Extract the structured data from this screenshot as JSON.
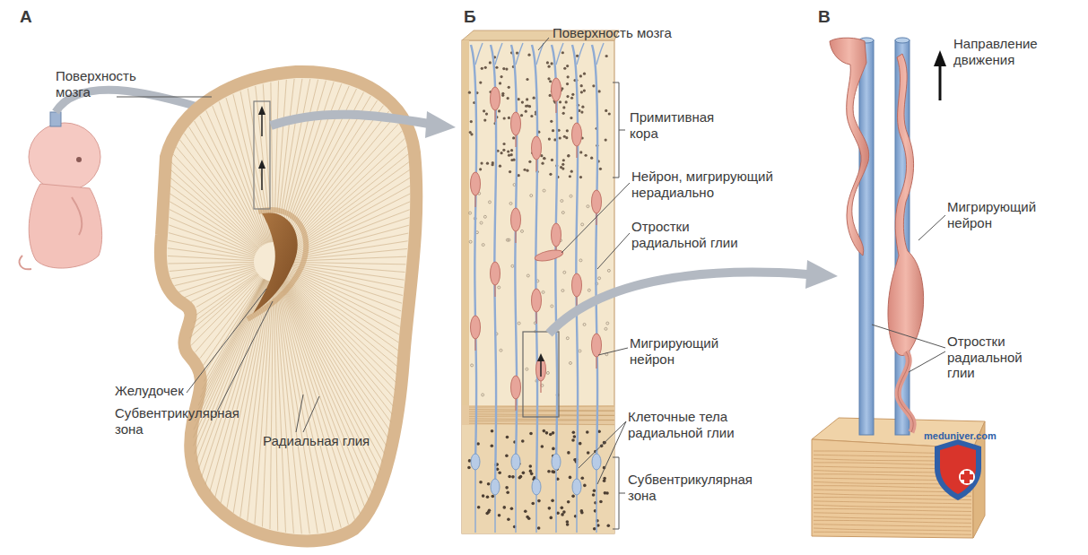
{
  "diagram": {
    "labels": [
      "А",
      "Поверхность мозга",
      "Желудочек",
      "Субвентрикулярная зона",
      "Радиальная глия",
      "Б",
      "Поверхность мозга",
      "Примитивная кора",
      "Нейрон, мигрирующий нерадиально",
      "Отростки радиальной глии",
      "Мигрирующий нейрон",
      "Клеточные тела радиальной глии",
      "Субвентрикулярная зона",
      "В",
      "Направление движения",
      "Мигрирующий нейрон",
      "Отростки радиальной глии",
      "meduniver.com"
    ]
  }
}
